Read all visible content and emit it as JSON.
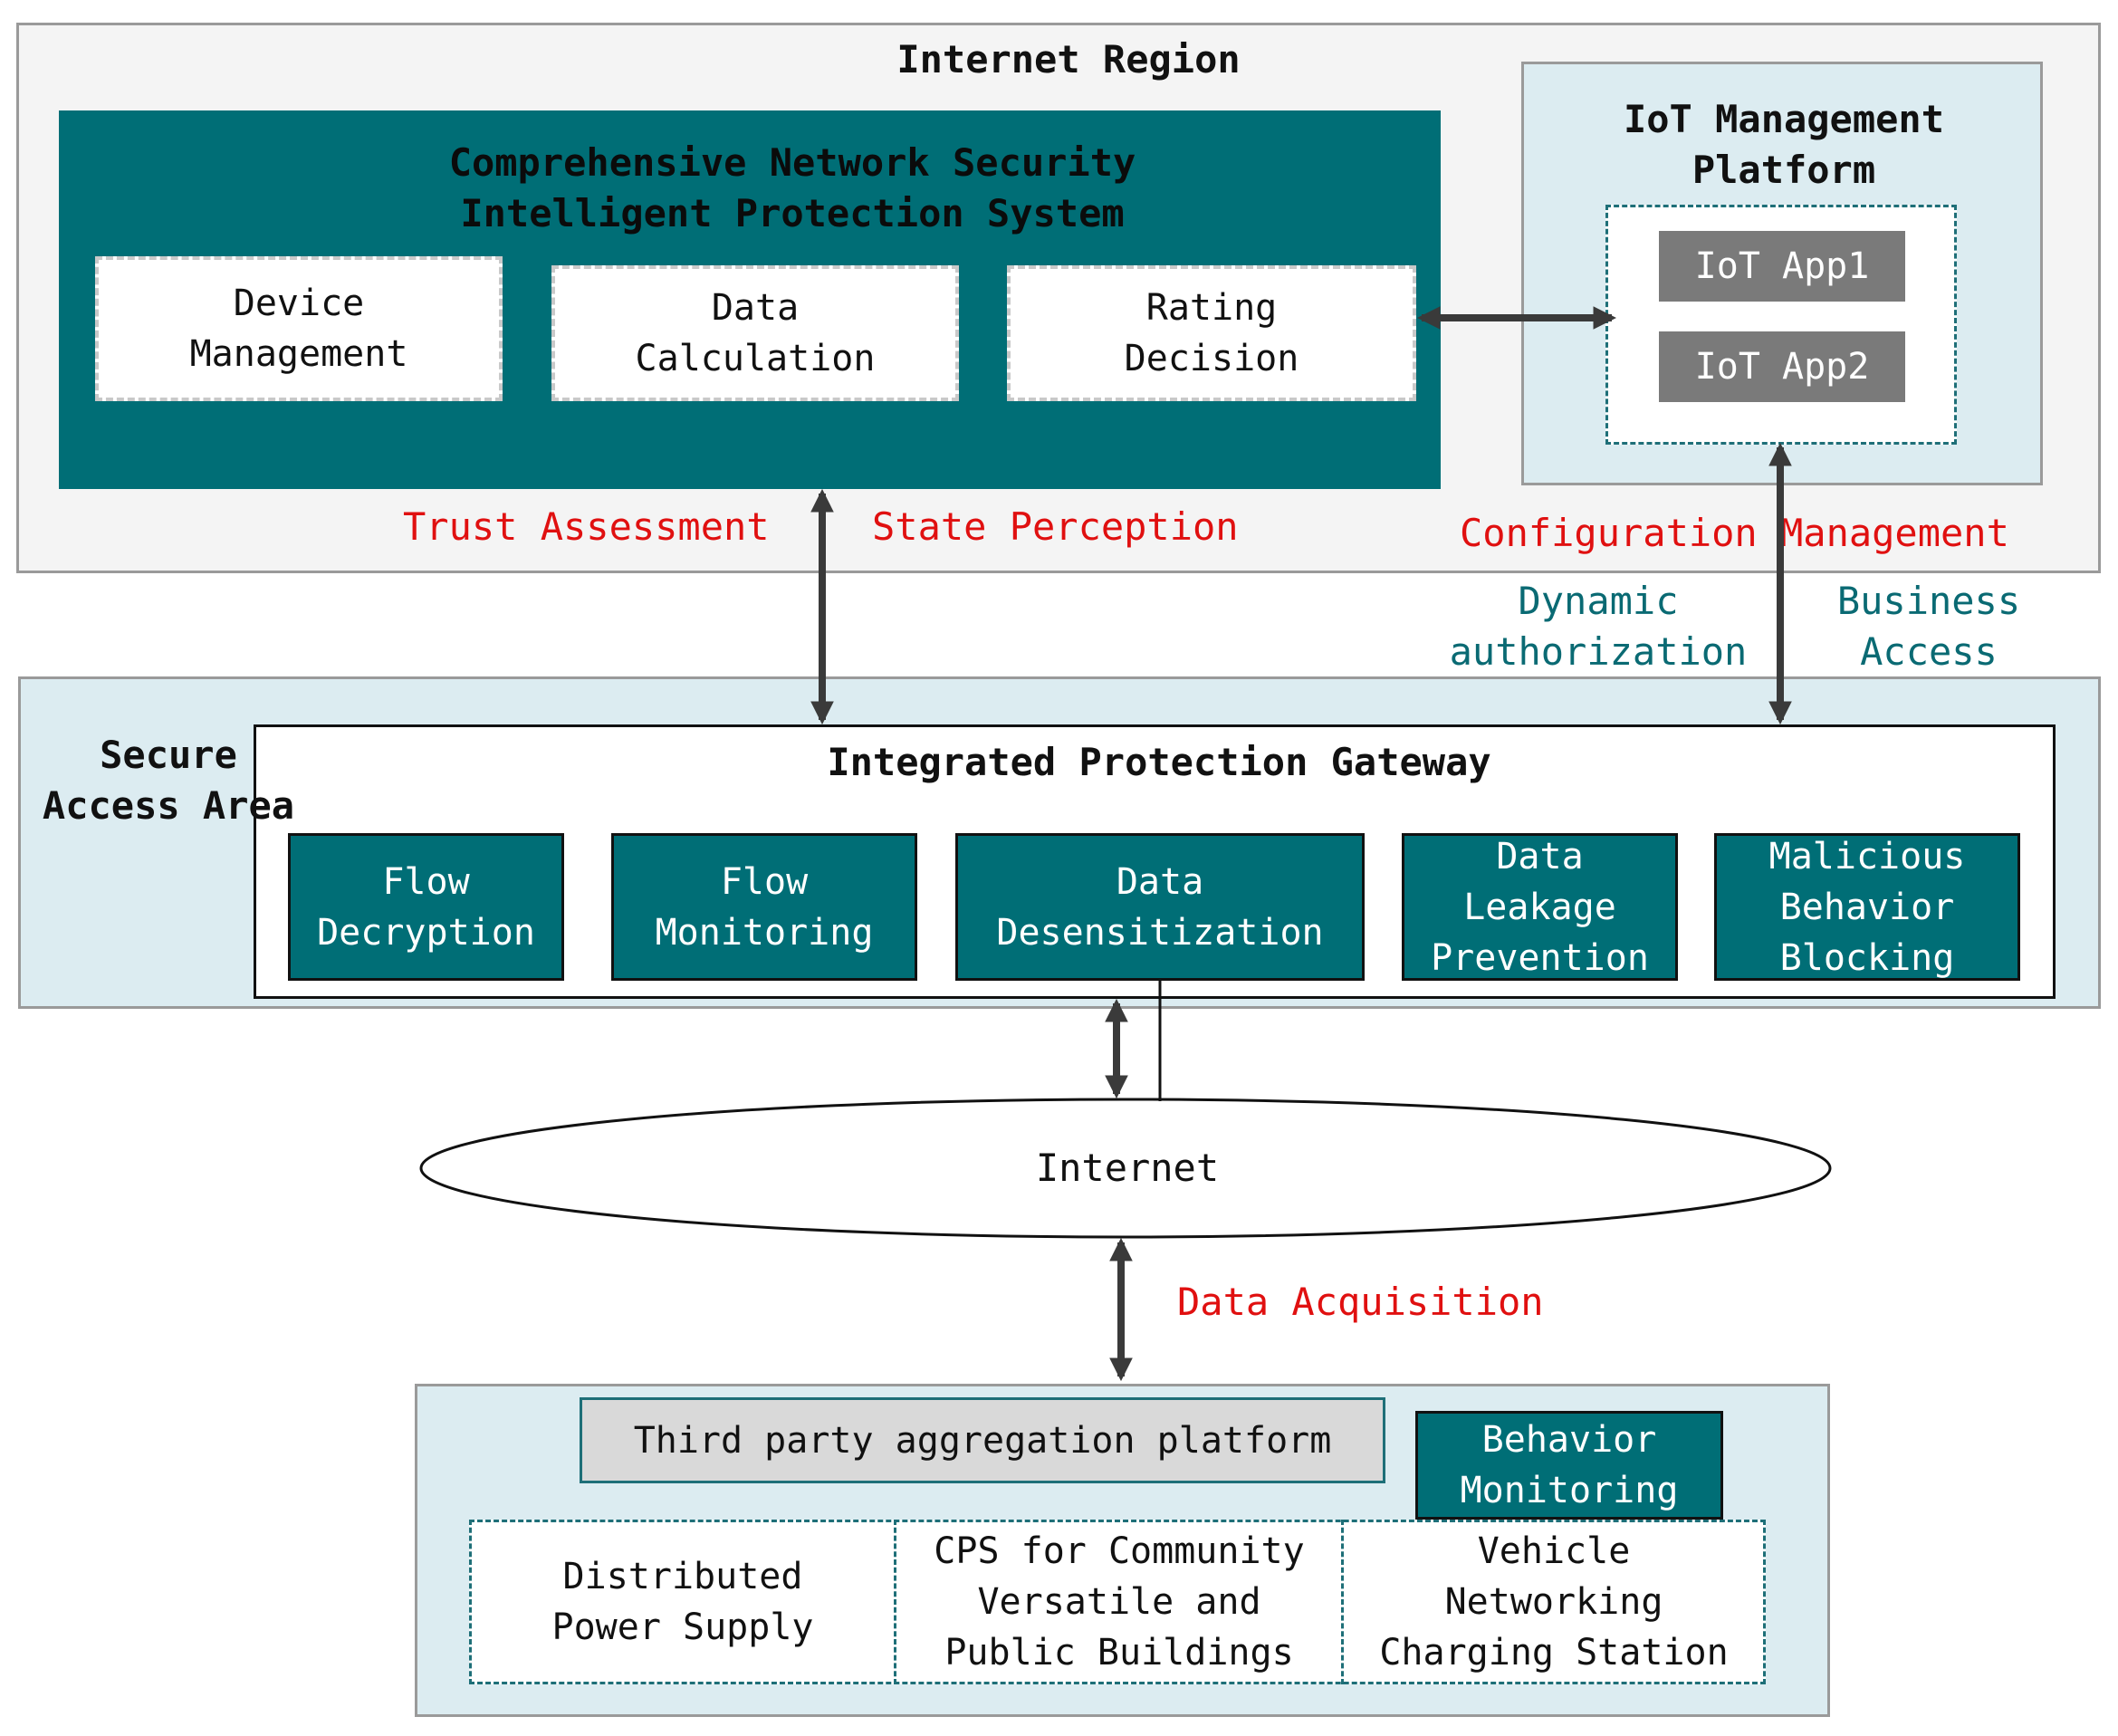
{
  "internet_region": {
    "title": "Internet Region",
    "system_title": "Comprehensive Network Security\nIntelligent Protection System",
    "modules": [
      "Device\nManagement",
      "Data\nCalculation",
      "Rating\nDecision"
    ]
  },
  "iot_platform": {
    "title": "IoT Management\nPlatform",
    "apps": [
      "IoT App1",
      "IoT App2"
    ]
  },
  "labels": {
    "trust_assessment": "Trust Assessment",
    "state_perception": "State Perception",
    "configuration_management": "Configuration Management",
    "dynamic_authorization": "Dynamic\nauthorization",
    "business_access": "Business\nAccess",
    "data_acquisition": "Data Acquisition"
  },
  "secure_area": {
    "title": "Secure\nAccess Area",
    "gateway_title": "Integrated Protection Gateway",
    "functions": [
      "Flow\nDecryption",
      "Flow\nMonitoring",
      "Data\nDesensitization",
      "Data\nLeakage\nPrevention",
      "Malicious\nBehavior\nBlocking"
    ]
  },
  "internet": {
    "label": "Internet"
  },
  "bottom": {
    "aggregation": "Third party aggregation platform",
    "behavior_monitoring": "Behavior\nMonitoring",
    "facilities": [
      "Distributed\nPower Supply",
      "CPS for Community\nVersatile and\nPublic Buildings",
      "Vehicle\nNetworking\nCharging Station"
    ]
  },
  "colors": {
    "teal": "#006e76",
    "label_red": "#e01010",
    "label_teal": "#0a6a73",
    "app_gray": "#7a7a7a",
    "region_blue": "#dcecf1"
  }
}
